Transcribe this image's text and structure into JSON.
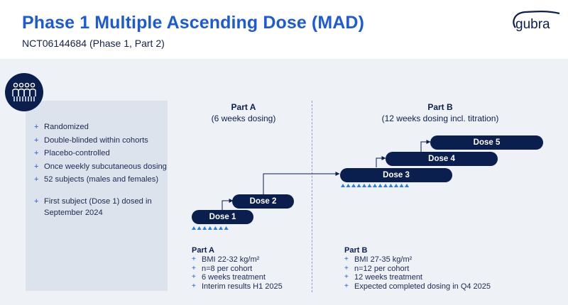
{
  "header": {
    "title": "Phase 1 Multiple Ascending Dose (MAD)",
    "subtitle": "NCT06144684 (Phase 1, Part 2)",
    "logo_text": "gubra"
  },
  "colors": {
    "title_blue": "#1d5bd6",
    "navy": "#0b1f4e",
    "band": "#eef1f6",
    "panel": "#dde3ed",
    "marker_blue": "#2f7be0"
  },
  "icons": {
    "people": "group-of-people-icon"
  },
  "design_features": [
    "Randomized",
    "Double-blinded within cohorts",
    "Placebo-controlled",
    "Once weekly subcutaneous dosing",
    "52 subjects (males and females)"
  ],
  "first_subject_note": {
    "line1": "First subject (Dose 1) dosed in",
    "line2": "September 2024"
  },
  "part_a": {
    "title": "Part A",
    "subtitle": "(6 weeks dosing)",
    "doses": [
      "Dose 1",
      "Dose 2"
    ],
    "weekly_markers": 7,
    "criteria_title": "Part A",
    "criteria": [
      "BMI 22-32 kg/m²",
      "n=8 per cohort",
      "6 weeks treatment",
      "Interim results H1 2025"
    ]
  },
  "part_b": {
    "title": "Part B",
    "subtitle": "(12 weeks dosing incl. titration)",
    "doses": [
      "Dose 3",
      "Dose 4",
      "Dose 5"
    ],
    "weekly_markers": 13,
    "criteria_title": "Part B",
    "criteria": [
      "BMI 27-35 kg/m²",
      "n=12 per cohort",
      "12 weeks treatment",
      "Expected completed dosing in Q4 2025"
    ]
  }
}
